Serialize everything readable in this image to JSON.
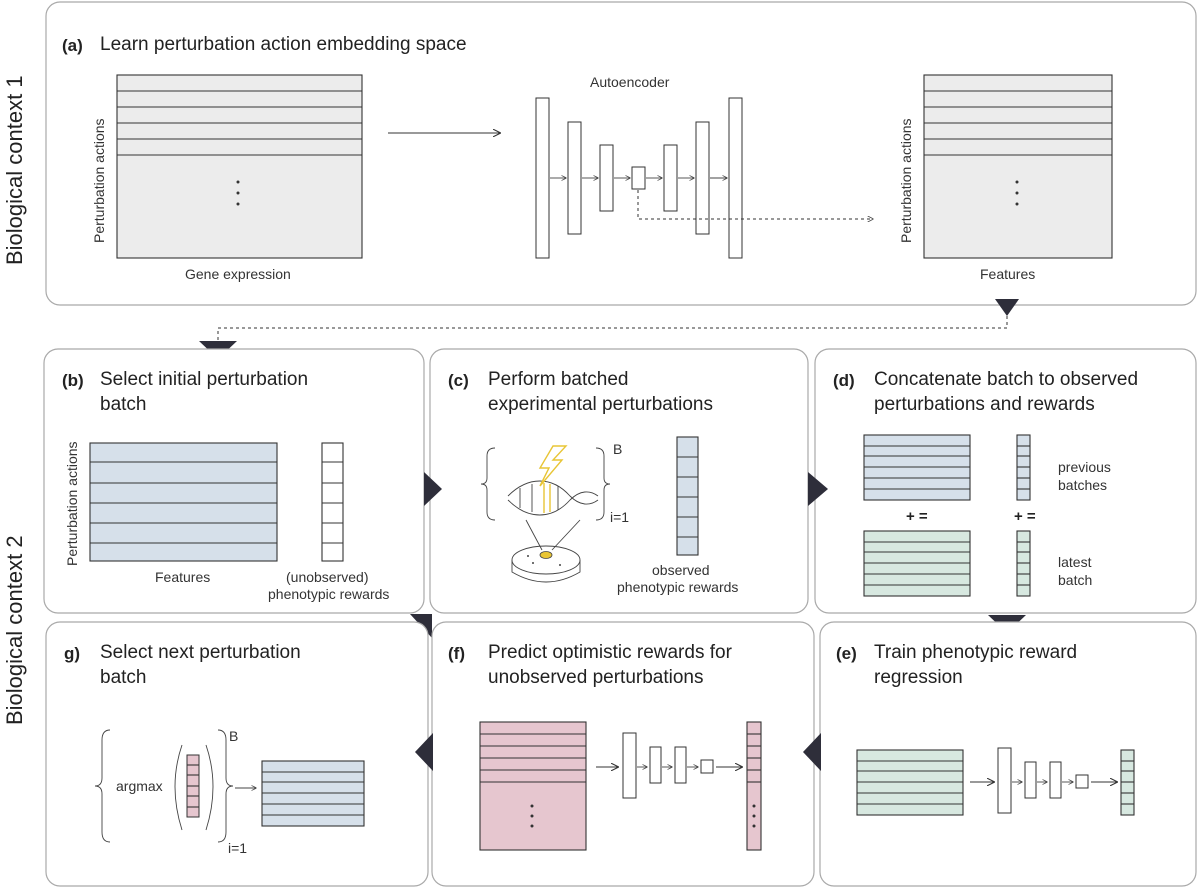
{
  "contexts": {
    "context1": "Biological context 1",
    "context2": "Biological context 2"
  },
  "panel_a": {
    "letter": "(a)",
    "title": "Learn perturbation action embedding space",
    "autoencoder_label": "Autoencoder",
    "input_xlabel": "Gene expression",
    "input_ylabel": "Perturbation actions",
    "output_xlabel": "Features",
    "output_ylabel": "Perturbation actions"
  },
  "panel_b": {
    "letter": "(b)",
    "title_line1": "Select initial perturbation",
    "title_line2": "batch",
    "matrix_xlabel": "Features",
    "matrix_ylabel": "Perturbation actions",
    "vector_label_line1": "(unobserved)",
    "vector_label_line2": "phenotypic rewards"
  },
  "panel_c": {
    "letter": "(c)",
    "title_line1": "Perform batched",
    "title_line2": "experimental perturbations",
    "upper_index": "B",
    "lower_index": "i=1",
    "vector_label_line1": "observed",
    "vector_label_line2": "phenotypic rewards"
  },
  "panel_d": {
    "letter": "(d)",
    "title_line1": "Concatenate batch to observed",
    "title_line2": "perturbations and rewards",
    "concat_symbol_left": "+ =",
    "concat_symbol_right": "+ =",
    "previous_line1": "previous",
    "previous_line2": "batches",
    "latest_line1": "latest",
    "latest_line2": "batch"
  },
  "panel_e": {
    "letter": "(e)",
    "title_line1": "Train phenotypic reward",
    "title_line2": "regression"
  },
  "panel_f": {
    "letter": "(f)",
    "title_line1": "Predict optimistic rewards for",
    "title_line2": "unobserved perturbations"
  },
  "panel_g": {
    "letter": "g)",
    "title_line1": "Select next perturbation",
    "title_line2": "batch",
    "operator": "argmax",
    "upper_index": "B",
    "lower_index": "i=1"
  },
  "colors": {
    "gray_fill": "#ececec",
    "blue_fill": "#d6e0ea",
    "green_fill": "#d7e8e0",
    "pink_fill": "#e6c6cf",
    "lightning": "#e8c535",
    "dark_arrow": "#2e2e3a",
    "panel_border": "#a9a9a9"
  }
}
